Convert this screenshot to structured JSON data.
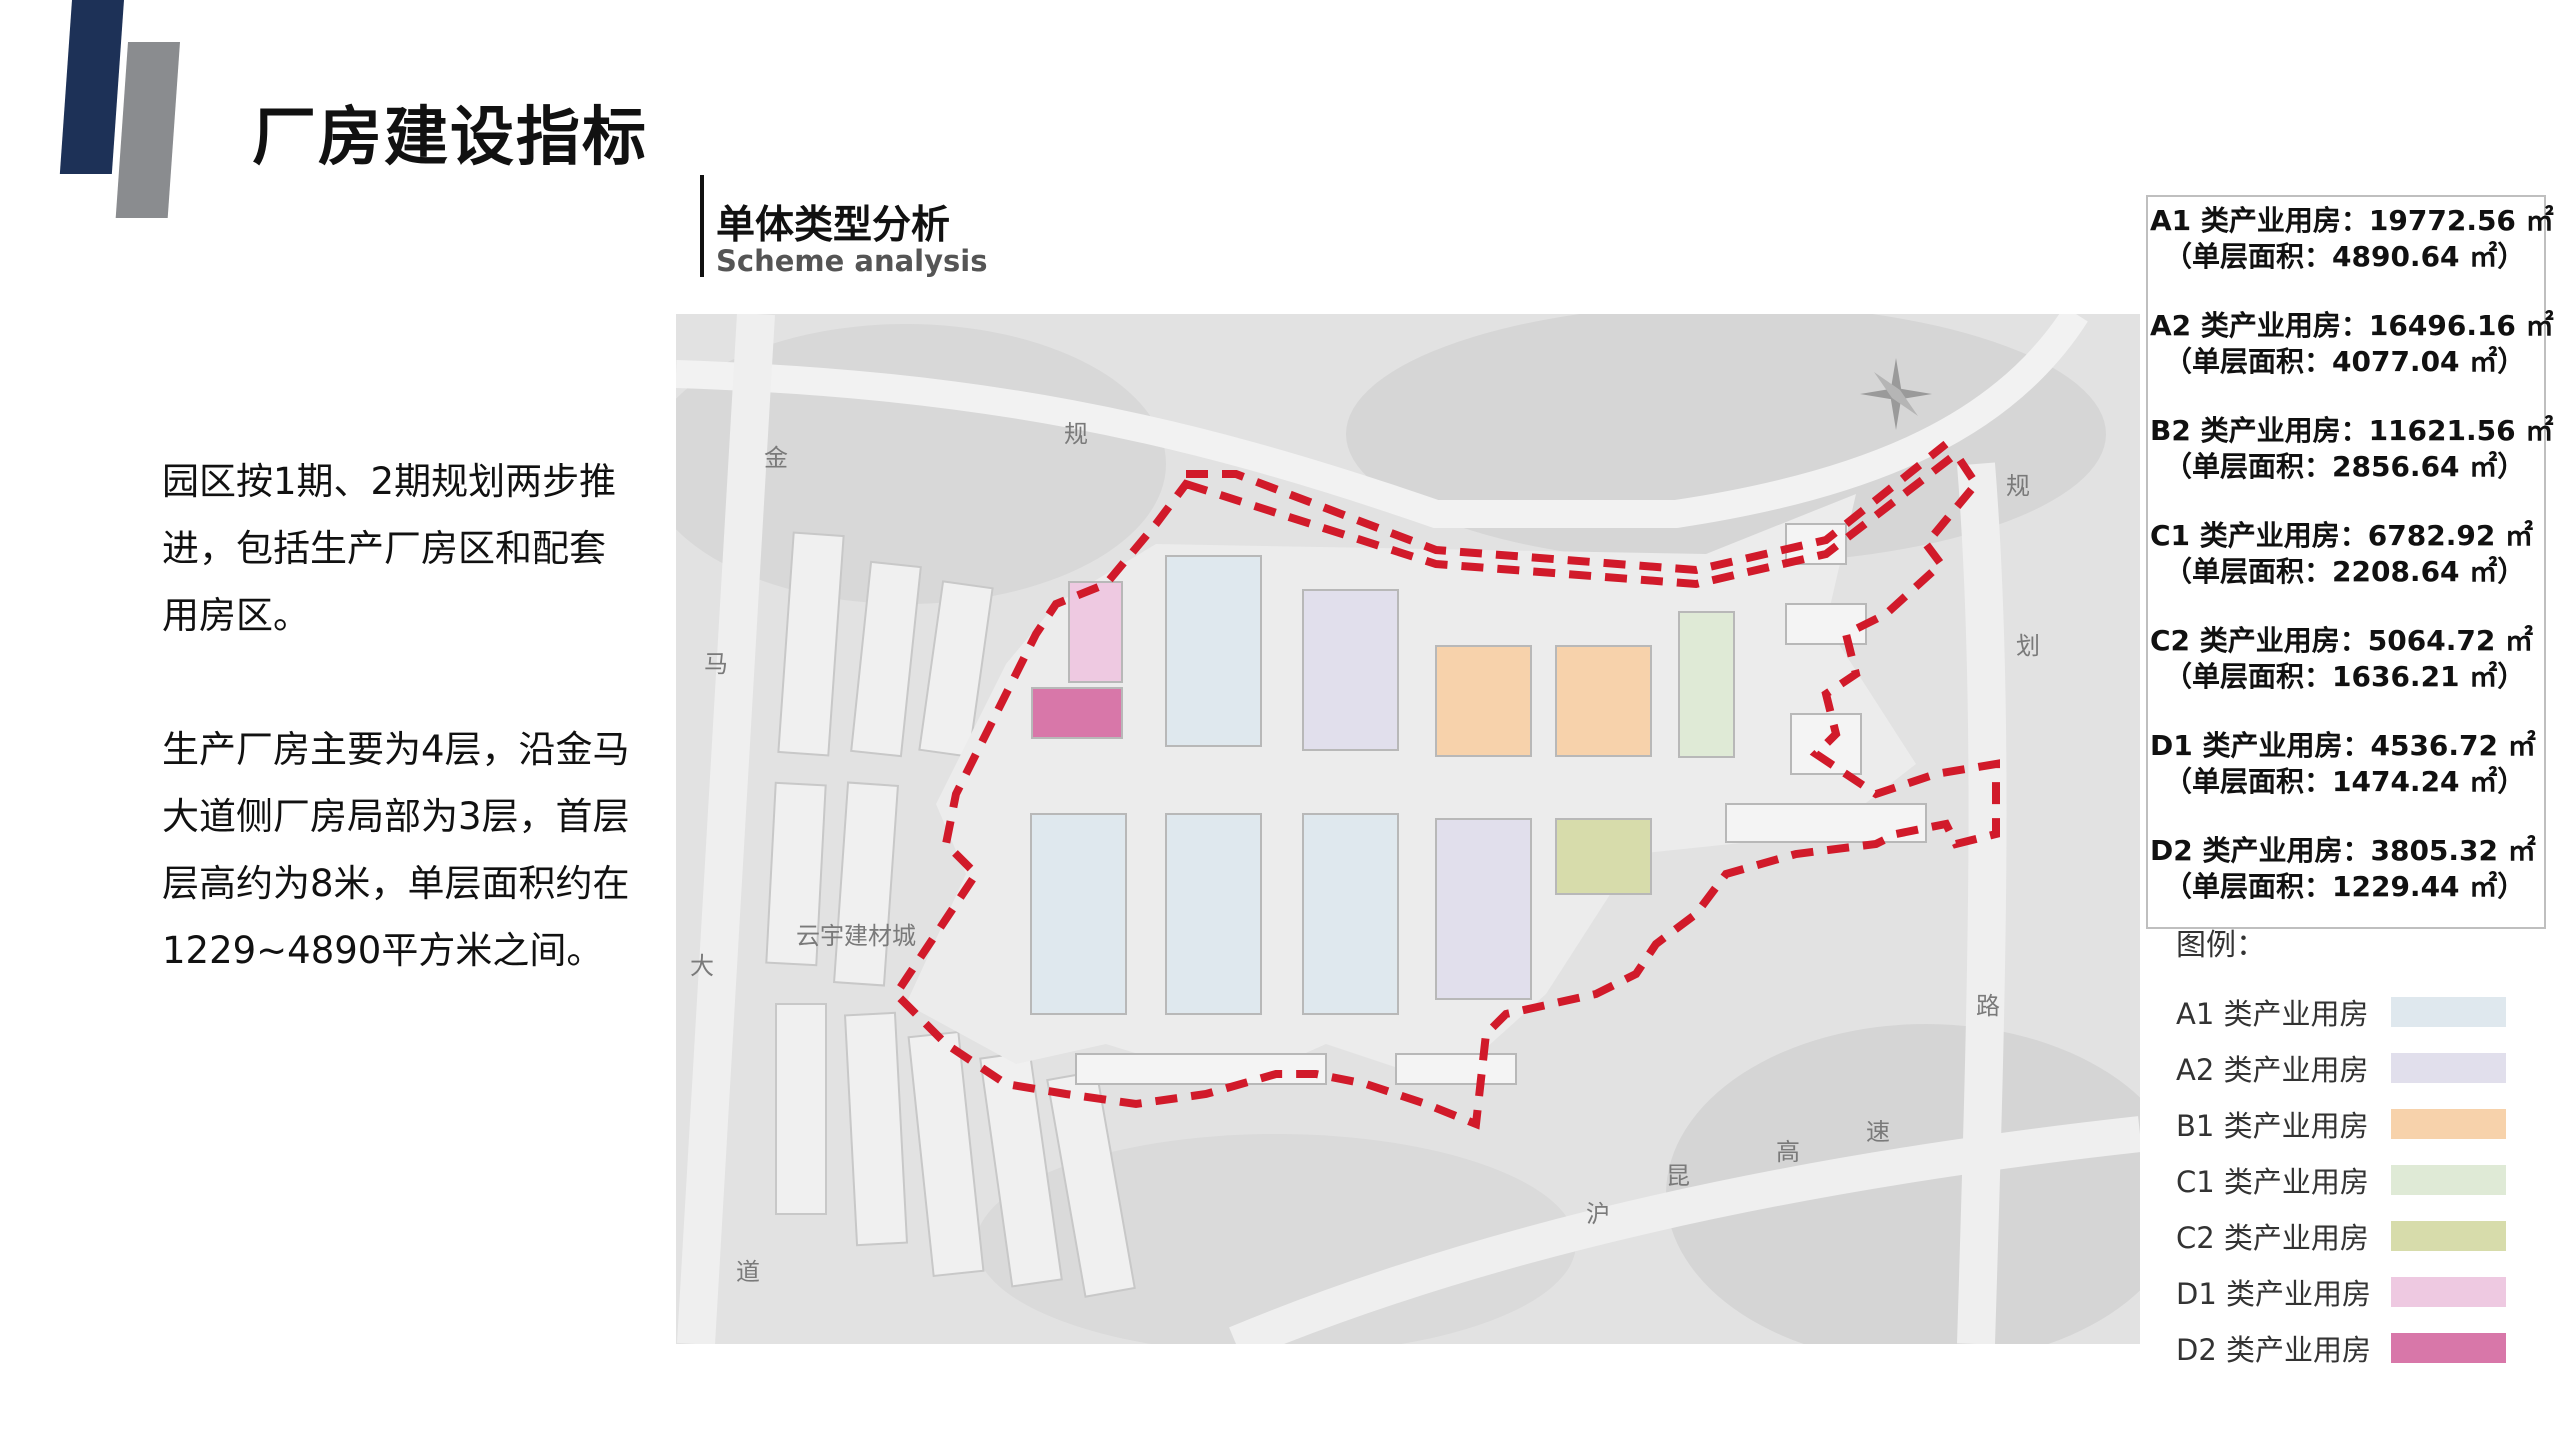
{
  "page_title": "厂房建设指标",
  "body": {
    "p1": "园区按1期、2期规划两步推进，包括生产厂房区和配套用房区。",
    "p2": "生产厂房主要为4层，沿金马大道侧厂房局部为3层，首层层高约为8米，单层面积约在1229~4890平方米之间。"
  },
  "section": {
    "title": "单体类型分析",
    "subtitle": "Scheme analysis"
  },
  "map": {
    "labels": [
      "金",
      "马",
      "大",
      "道",
      "规",
      "规",
      "划",
      "路",
      "沪",
      "昆",
      "高",
      "速",
      "云宇建材城"
    ],
    "boundary_color": "#d11a2a"
  },
  "stats": [
    {
      "main": "A1 类产业用房：19772.56 ㎡",
      "sub": "（单层面积：4890.64 ㎡）"
    },
    {
      "main": "A2 类产业用房：16496.16 ㎡",
      "sub": "（单层面积：4077.04 ㎡）"
    },
    {
      "main": "B2 类产业用房：11621.56 ㎡",
      "sub": "（单层面积：2856.64 ㎡）"
    },
    {
      "main": "C1 类产业用房：6782.92 ㎡",
      "sub": "（单层面积：2208.64 ㎡）"
    },
    {
      "main": "C2 类产业用房：5064.72 ㎡",
      "sub": "（单层面积：1636.21 ㎡）"
    },
    {
      "main": "D1 类产业用房：4536.72 ㎡",
      "sub": "（单层面积：1474.24 ㎡）"
    },
    {
      "main": "D2 类产业用房：3805.32 ㎡",
      "sub": "（单层面积：1229.44 ㎡）"
    }
  ],
  "legend": {
    "title": "图例：",
    "items": [
      {
        "label": "A1 类产业用房",
        "color": "#dfe8ee"
      },
      {
        "label": "A2 类产业用房",
        "color": "#e1dfec"
      },
      {
        "label": "B1 类产业用房",
        "color": "#f7d2ab"
      },
      {
        "label": "C1 类产业用房",
        "color": "#dfead6"
      },
      {
        "label": "C2 类产业用房",
        "color": "#d7dcab"
      },
      {
        "label": "D1 类产业用房",
        "color": "#eec9e1"
      },
      {
        "label": "D2 类产业用房",
        "color": "#d877a9"
      }
    ]
  }
}
